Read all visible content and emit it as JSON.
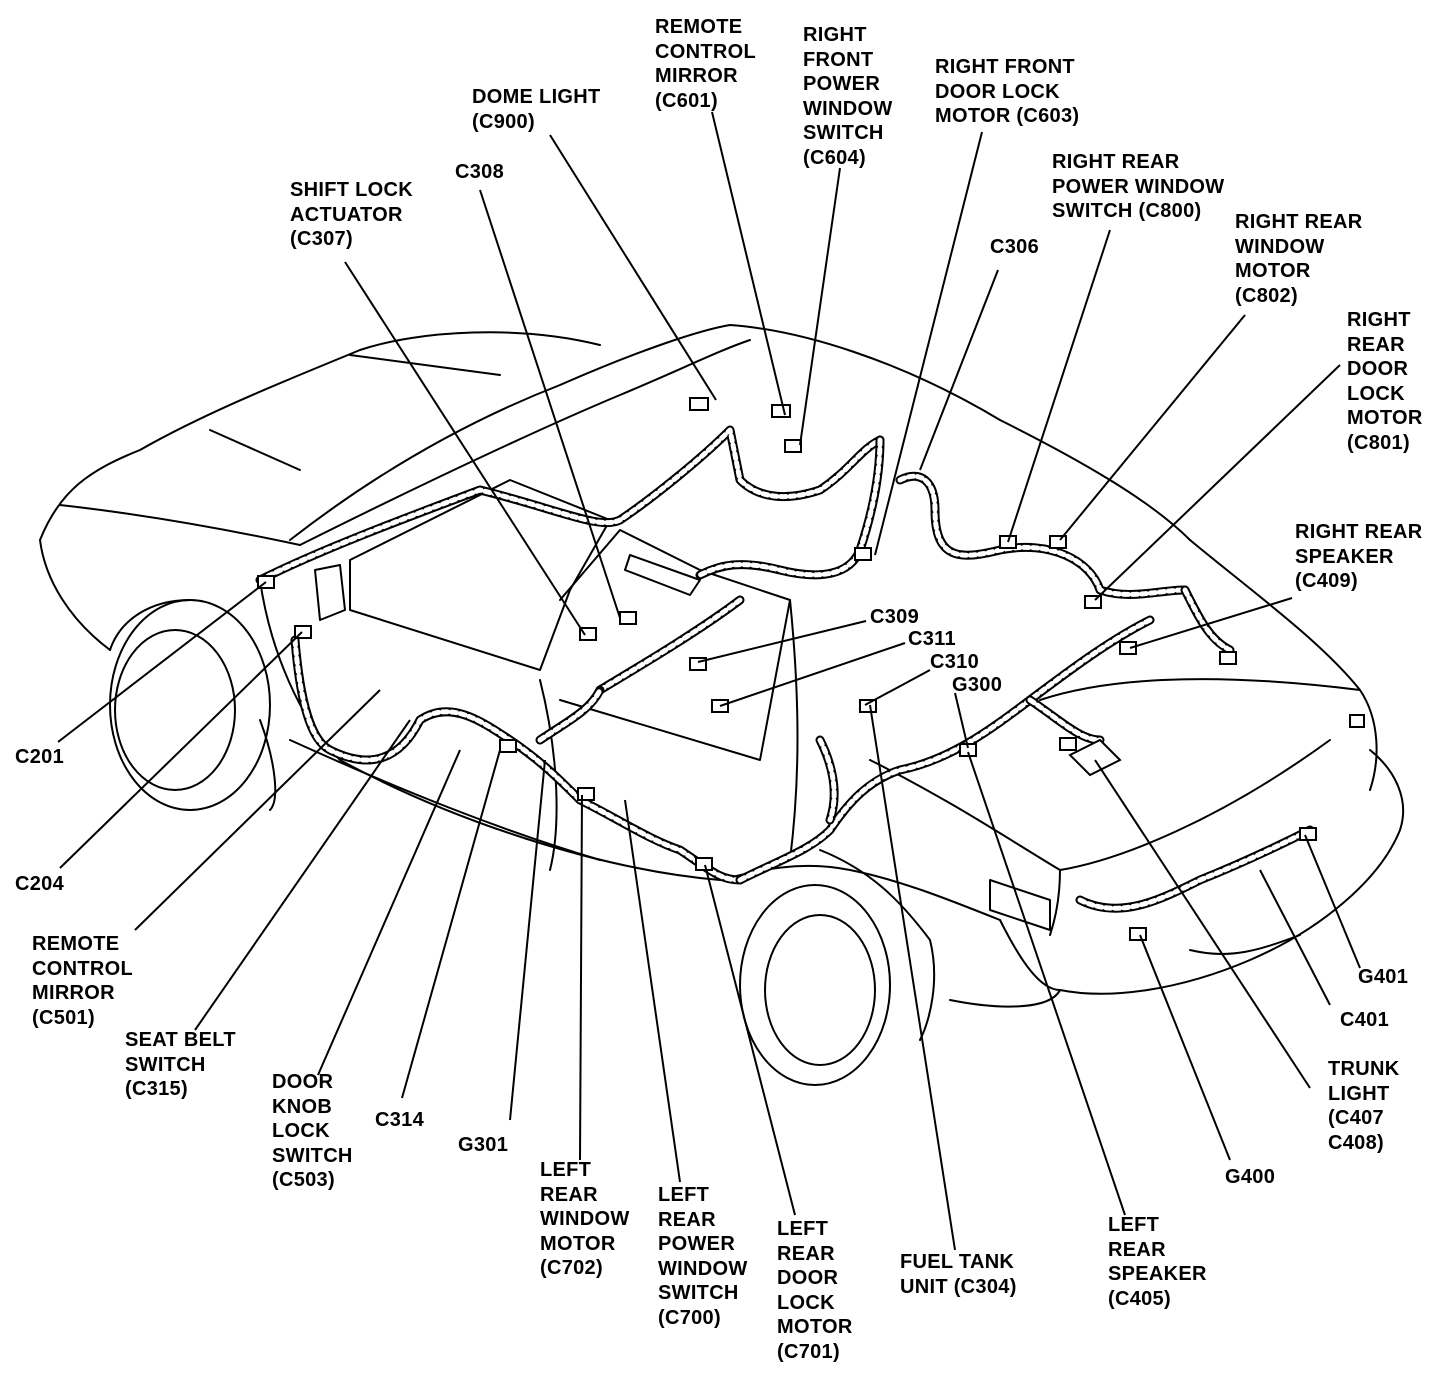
{
  "labels": {
    "remote_control_mirror_c601": "REMOTE\nCONTROL\nMIRROR\n(C601)",
    "right_front_power_window_switch": "RIGHT\nFRONT\nPOWER\nWINDOW\nSWITCH\n(C604)",
    "right_front_door_lock_motor": "RIGHT FRONT\nDOOR LOCK\nMOTOR (C603)",
    "dome_light": "DOME LIGHT\n(C900)",
    "c308": "C308",
    "shift_lock_actuator": "SHIFT LOCK\nACTUATOR\n(C307)",
    "right_rear_power_window_switch": "RIGHT REAR\nPOWER WINDOW\nSWITCH (C800)",
    "c306": "C306",
    "right_rear_window_motor": "RIGHT REAR\nWINDOW\nMOTOR\n(C802)",
    "right_rear_door_lock_motor": "RIGHT\nREAR\nDOOR\nLOCK\nMOTOR\n(C801)",
    "right_rear_speaker": "RIGHT REAR\nSPEAKER\n(C409)",
    "c309": "C309",
    "c311": "C311",
    "c310": "C310",
    "g300": "G300",
    "c201": "C201",
    "c204": "C204",
    "remote_control_mirror_c501": "REMOTE\nCONTROL\nMIRROR\n(C501)",
    "seat_belt_switch": "SEAT BELT\nSWITCH\n(C315)",
    "door_knob_lock_switch": "DOOR\nKNOB\nLOCK\nSWITCH\n(C503)",
    "c314": "C314",
    "g301": "G301",
    "left_rear_window_motor": "LEFT\nREAR\nWINDOW\nMOTOR\n(C702)",
    "left_rear_power_window_switch": "LEFT\nREAR\nPOWER\nWINDOW\nSWITCH\n(C700)",
    "left_rear_door_lock_motor": "LEFT\nREAR\nDOOR\nLOCK\nMOTOR\n(C701)",
    "fuel_tank_unit": "FUEL TANK\nUNIT (C304)",
    "left_rear_speaker": "LEFT\nREAR\nSPEAKER\n(C405)",
    "g400": "G400",
    "trunk_light": "TRUNK\nLIGHT\n(C407\nC408)",
    "c401": "C401",
    "g401": "G401"
  }
}
